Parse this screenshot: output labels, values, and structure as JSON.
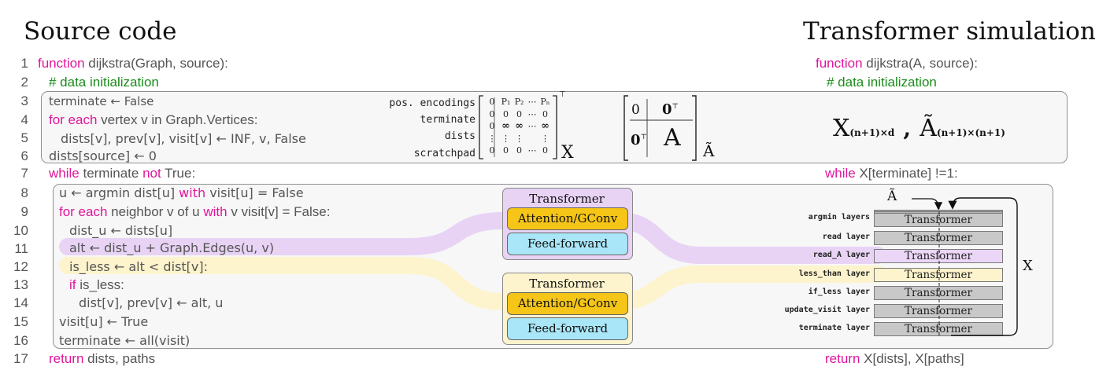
{
  "titles": {
    "left": "Source code",
    "right": "Transformer simulation"
  },
  "line_numbers": [
    "1",
    "2",
    "3",
    "4",
    "5",
    "6",
    "7",
    "8",
    "9",
    "10",
    "11",
    "12",
    "13",
    "14",
    "15",
    "16",
    "17"
  ],
  "source": {
    "l1_kw": "function",
    "l1": " dijkstra(Graph, source):",
    "l2": "# data initialization",
    "l3": "terminate ← False",
    "l4_kw": "for each",
    "l4": " vertex v in Graph.Vertices:",
    "l5": "dists[v], prev[v], visit[v] ← INF, v, False",
    "l6": "dists[source] ← 0",
    "l7_kw1": "while",
    "l7_a": " terminate ",
    "l7_kw2": "not",
    "l7_b": " True:",
    "l8_a": "u ← argmin dist[u] ",
    "l8_kw": "with",
    "l8_b": " visit[u] = False",
    "l9_kw1": "for each",
    "l9_a": " neighbor v of u ",
    "l9_kw2": "with",
    "l9_b": " v visit[v] = False:",
    "l10": "dist_u ← dists[u]",
    "l11": "alt ← dist_u + Graph.Edges(u, v)",
    "l12": "is_less ← alt < dist[v]:",
    "l13_kw": "if",
    "l13": " is_less:",
    "l14": "dist[v], prev[v] ← alt, u",
    "l15": "visit[u] ← True",
    "l16": "terminate ← all(visit)",
    "l17_kw": "return",
    "l17": " dists, paths"
  },
  "matrix_x": {
    "rows": [
      "pos. encodings",
      "terminate",
      "dists",
      "scratchpad"
    ],
    "cells": [
      [
        "0",
        "P₁",
        "P₂",
        "⋯",
        "Pₙ"
      ],
      [
        "0",
        "0",
        "0",
        "⋯",
        "0"
      ],
      [
        "0",
        "∞",
        "∞",
        "⋯",
        "∞"
      ],
      [
        "⋮",
        "⋮",
        "⋮",
        "",
        "⋮"
      ],
      [
        "0",
        "0",
        "0",
        "⋯",
        "0"
      ]
    ],
    "transpose_mark": "⊤",
    "label": "X"
  },
  "matrix_a": {
    "tl": "0",
    "tr": "0",
    "bl": "0",
    "br": "A",
    "sup": "⊤",
    "label": "Ã"
  },
  "sim": {
    "l1_kw": "function",
    "l1": " dijkstra(A, source):",
    "l2": "# data initialization",
    "formula_x": "X",
    "formula_x_sub": "(n+1)×d",
    "formula_sep": ",",
    "formula_a": "Ã",
    "formula_a_sub": "(n+1)×(n+1)",
    "l7_kw": "while",
    "l7": " X[terminate] !=1:",
    "l17_kw": "return",
    "l17": " X[dists], X[paths]"
  },
  "transformer_purple": {
    "title": "Transformer",
    "attn": "Attention/GConv",
    "ff": "Feed-forward"
  },
  "transformer_yellow": {
    "title": "Transformer",
    "attn": "Attention/GConv",
    "ff": "Feed-forward"
  },
  "layers": [
    {
      "name": "argmin layers",
      "box": "Transformer"
    },
    {
      "name": "read layer",
      "box": "Transformer"
    },
    {
      "name": "read_A layer",
      "box": "Transformer"
    },
    {
      "name": "less_than layer",
      "box": "Transformer"
    },
    {
      "name": "if_less layer",
      "box": "Transformer"
    },
    {
      "name": "update_visit layer",
      "box": "Transformer"
    },
    {
      "name": "terminate layer",
      "box": "Transformer"
    }
  ],
  "loop_labels": {
    "a_tilde": "Ã",
    "x": "X"
  },
  "colors": {
    "keyword": "#e0169b",
    "comment": "#1a8c1a",
    "purple_band": "#e8d3f5",
    "yellow_band": "#fdf3cc",
    "attention": "#f5c518",
    "feedforward": "#a9e6f7"
  }
}
